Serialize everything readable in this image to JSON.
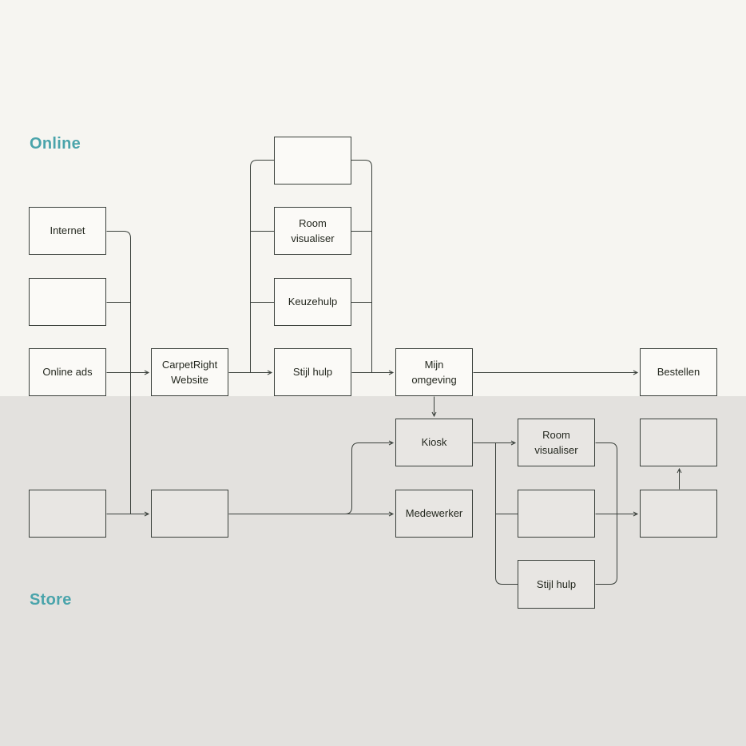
{
  "sections": {
    "online": {
      "label": "Online"
    },
    "store": {
      "label": "Store"
    }
  },
  "nodes": {
    "internet": {
      "label": "Internet"
    },
    "empty_online_2": {
      "label": ""
    },
    "online_ads": {
      "label": "Online ads"
    },
    "carpetright_website": {
      "label": "CarpetRight Website"
    },
    "empty_online_top": {
      "label": ""
    },
    "room_visualiser_online": {
      "label": "Room visualiser"
    },
    "keuzehulp": {
      "label": "Keuzehulp"
    },
    "stijl_hulp_online": {
      "label": "Stijl hulp"
    },
    "mijn_omgeving": {
      "label": "Mijn omgeving"
    },
    "bestellen": {
      "label": "Bestellen"
    },
    "kiosk": {
      "label": "Kiosk"
    },
    "medewerker": {
      "label": "Medewerker"
    },
    "room_visualiser_store": {
      "label": "Room visualiser"
    },
    "empty_store_middle": {
      "label": ""
    },
    "stijl_hulp_store": {
      "label": "Stijl hulp"
    },
    "empty_store_right_top": {
      "label": ""
    },
    "empty_store_right_bottom": {
      "label": ""
    },
    "empty_store_left": {
      "label": ""
    },
    "empty_store_b": {
      "label": ""
    }
  },
  "edges": [
    {
      "from": "internet",
      "to": "empty_store_b",
      "arrow": true
    },
    {
      "from": "empty_online_2",
      "to": "empty_store_b",
      "arrow": true
    },
    {
      "from": "online_ads",
      "to": "carpetright_website",
      "arrow": true
    },
    {
      "from": "carpetright_website",
      "to": "stijl_hulp_online",
      "arrow": true
    },
    {
      "from": "stijl_hulp_online",
      "to": "empty_online_top",
      "arrow": false
    },
    {
      "from": "stijl_hulp_online",
      "to": "room_visualiser_online",
      "arrow": false
    },
    {
      "from": "stijl_hulp_online",
      "to": "keuzehulp",
      "arrow": false
    },
    {
      "from": "stijl_hulp_online",
      "to": "mijn_omgeving",
      "arrow": true
    },
    {
      "from": "mijn_omgeving",
      "to": "bestellen",
      "arrow": true
    },
    {
      "from": "mijn_omgeving",
      "to": "kiosk",
      "arrow": true
    },
    {
      "from": "empty_store_left",
      "to": "empty_store_b",
      "arrow": true
    },
    {
      "from": "empty_store_b",
      "to": "medewerker",
      "arrow": true
    },
    {
      "from": "empty_store_b",
      "to": "kiosk",
      "arrow": true
    },
    {
      "from": "kiosk",
      "to": "room_visualiser_store",
      "arrow": true
    },
    {
      "from": "kiosk",
      "to": "empty_store_middle",
      "arrow": false
    },
    {
      "from": "kiosk",
      "to": "stijl_hulp_store",
      "arrow": false
    },
    {
      "from": "room_visualiser_store",
      "to": "stijl_hulp_store",
      "arrow": false
    },
    {
      "from": "empty_store_middle",
      "to": "empty_store_right_bottom",
      "arrow": true
    },
    {
      "from": "empty_store_right_bottom",
      "to": "empty_store_right_top",
      "arrow": true
    }
  ],
  "colors": {
    "online_bg": "#f6f5f1",
    "store_bg": "#e3e1de",
    "node_fill_online": "#fbfaf7",
    "node_fill_store": "#e8e6e3",
    "border_and_lines": "#3a403b",
    "section_label": "#4aa4ab",
    "text": "#24281f"
  }
}
